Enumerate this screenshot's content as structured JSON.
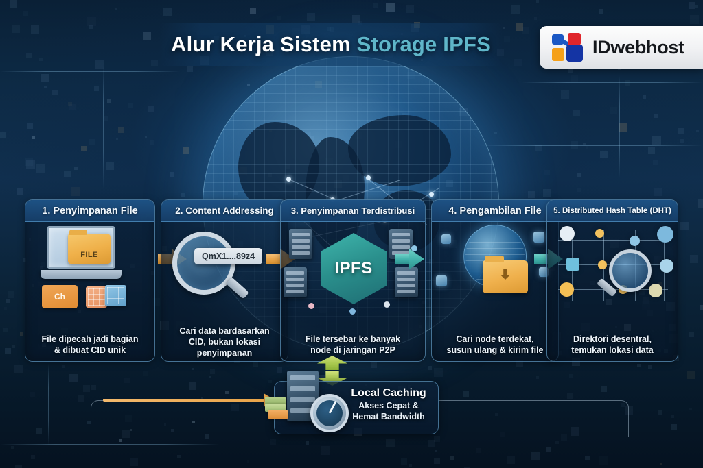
{
  "header": {
    "title_part1": "Alur Kerja Sistem ",
    "title_part2": "Storage IPFS",
    "brand": "IDwebhost"
  },
  "steps": [
    {
      "id": "penyimpanan-file",
      "heading": "1. Penyimpanan File",
      "caption": "File dipecah jadi bagian\n& dibuat CID unik",
      "art": {
        "folder_label": "FILE",
        "chunk_label": "Ch"
      }
    },
    {
      "id": "content-addressing",
      "heading": "2. Content Addressing",
      "caption": "Cari data bardasarkan\nCID, bukan lokasi\npenyimpanan",
      "art": {
        "cid_label": "QmX1....89z4"
      }
    },
    {
      "id": "penyimpanan-terdistribusi",
      "heading": "3. Penyimpanan Terdistribusi",
      "caption": "File tersebar ke banyak\nnode di jaringan P2P",
      "art": {
        "cube_label": "IPFS"
      }
    },
    {
      "id": "pengambilan-file",
      "heading": "4. Pengambilan File",
      "caption": "Cari node terdekat,\nsusun ulang & kirim file",
      "art": {}
    },
    {
      "id": "distributed-hash-table",
      "heading": "5. Distributed Hash Table (DHT)",
      "caption": "Direktori desentral,\ntemukan lokasi data",
      "art": {}
    }
  ],
  "cache": {
    "title": "Local Caching",
    "subtitle": "Akses Cepat &\nHemat Bandwidth"
  },
  "colors": {
    "accent_orange": "#e8a449",
    "accent_teal": "#41b0aa",
    "accent_green": "#a9c94f",
    "title_white": "#ffffff",
    "title_teal": "#5fb6c9",
    "card_border": "#78b9e8",
    "brand_blue": "#1434a4",
    "brand_red": "#e0252b",
    "brand_orange": "#f5a019",
    "bg_dark": "#0d2a45"
  }
}
